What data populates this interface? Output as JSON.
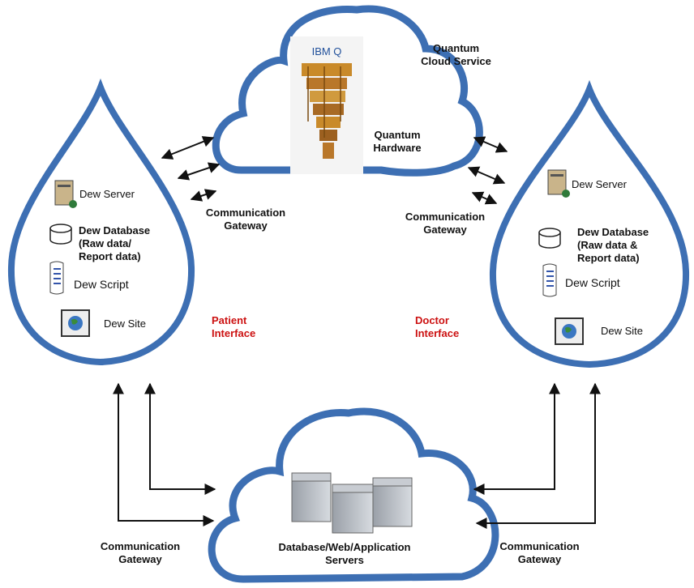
{
  "clouds": {
    "quantum": {
      "title": "Quantum\nCloud Service",
      "hardware": "Quantum\nHardware",
      "logo": "IBM Q"
    },
    "servers": {
      "title": "Database/Web/Application\nServers"
    }
  },
  "left_drop": {
    "server": "Dew Server",
    "database": "Dew Database\n(Raw data/\nReport data)",
    "script": "Dew Script",
    "site": "Dew Site",
    "interface": "Patient\nInterface"
  },
  "right_drop": {
    "server": "Dew Server",
    "database": "Dew Database\n(Raw data &\nReport data)",
    "script": "Dew Script",
    "site": "Dew Site",
    "interface": "Doctor\nInterface"
  },
  "gateways": {
    "top_left": "Communication\nGateway",
    "top_right": "Communication\nGateway",
    "bottom_left": "Communication\nGateway",
    "bottom_right": "Communication\nGateway"
  },
  "colors": {
    "outline": "#3d6fb3",
    "interface_text": "#cc1111"
  },
  "icons": [
    "server-icon",
    "database-icon",
    "script-icon",
    "site-icon",
    "quantum-computer-icon",
    "server-rack-icon"
  ]
}
